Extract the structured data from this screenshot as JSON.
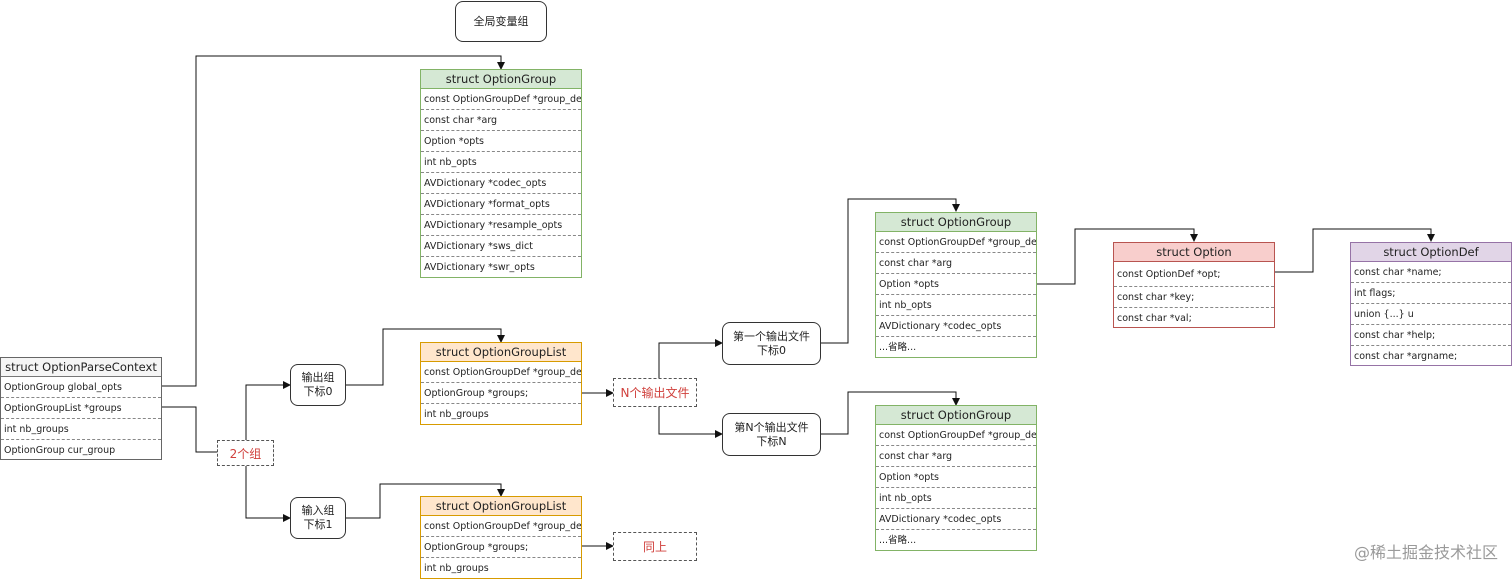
{
  "global_group_label": "全局变量组",
  "parse_context": {
    "title": "struct OptionParseContext",
    "fields": [
      "OptionGroup global_opts",
      "OptionGroupList *groups",
      "int nb_groups",
      "OptionGroup cur_group"
    ]
  },
  "global_group": {
    "title": "struct OptionGroup",
    "fields": [
      "const OptionGroupDef *group_def",
      "const char *arg",
      "Option *opts",
      "int nb_opts",
      "AVDictionary *codec_opts",
      "AVDictionary *format_opts",
      "AVDictionary *resample_opts",
      "AVDictionary *sws_dict",
      "AVDictionary *swr_opts"
    ]
  },
  "two_groups_label": "2个组",
  "output_group_label": "输出组\n下标0",
  "input_group_label": "输入组\n下标1",
  "output_list": {
    "title": "struct OptionGroupList",
    "fields": [
      "const OptionGroupDef *group_def",
      "OptionGroup *groups;",
      "int nb_groups"
    ]
  },
  "input_list": {
    "title": "struct OptionGroupList",
    "fields": [
      "const OptionGroupDef *group_def",
      "OptionGroup *groups;",
      "int nb_groups"
    ]
  },
  "n_output_files_label": "N个输出文件",
  "same_as_above_label": "同上",
  "first_output_label": "第一个输出文件\n下标0",
  "nth_output_label": "第N个输出文件\n下标N",
  "first_output_group": {
    "title": "struct OptionGroup",
    "fields": [
      "const OptionGroupDef *group_def",
      "const char *arg",
      "Option *opts",
      "int nb_opts",
      "AVDictionary *codec_opts",
      "...省略..."
    ]
  },
  "nth_output_group": {
    "title": "struct OptionGroup",
    "fields": [
      "const OptionGroupDef *group_def",
      "const char *arg",
      "Option *opts",
      "int nb_opts",
      "AVDictionary *codec_opts",
      "...省略..."
    ]
  },
  "option_struct": {
    "title": "struct Option",
    "fields": [
      "const OptionDef *opt;",
      "const char *key;",
      "const char *val;"
    ]
  },
  "option_def_struct": {
    "title": "struct OptionDef",
    "fields": [
      "const char *name;",
      "int flags;",
      "union {...} u",
      "const char *help;",
      "const char *argname;"
    ]
  },
  "watermark": "@稀土掘金技术社区",
  "colors": {
    "group_header": "#d5e8d4",
    "list_header": "#ffe6cc",
    "option_header": "#f8cecc",
    "optiondef_header": "#e1d5e7",
    "note_text": "#d0403c"
  }
}
